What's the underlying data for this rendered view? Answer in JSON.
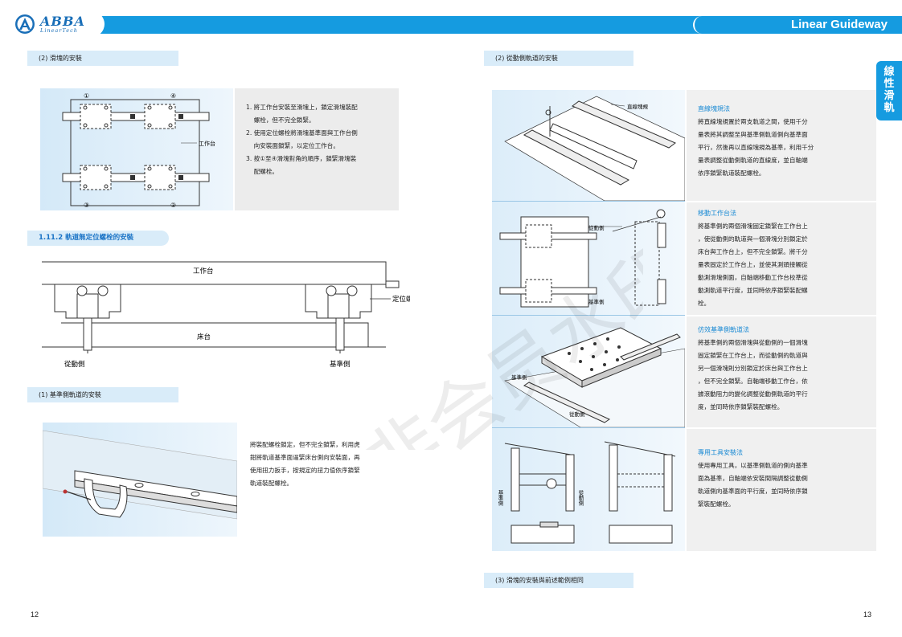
{
  "header": {
    "logo_name": "ABBA",
    "logo_sub": "LinearTech",
    "title": "Linear Guideway"
  },
  "side_tab": {
    "label": "線性滑軌"
  },
  "left_page": {
    "sec_slider_install": "(2) 滑塊的安裝",
    "diagram1": {
      "label_table": "工作台",
      "mark1": "①",
      "mark2": "②",
      "mark3": "③",
      "mark4": "④"
    },
    "steps": [
      "1. 將工作台安裝至滑塊上，鎖定滑塊裝配",
      "    螺栓，但不完全鎖緊。",
      "2. 使用定位螺栓將滑塊基準面與工作台側",
      "    向安裝面鎖緊，以定位工作台。",
      "3. 按①至④滑塊對角的順序，鎖緊滑塊裝",
      "    配螺栓。"
    ],
    "pill_title": "1.11.2   軌道無定位螺栓的安裝",
    "diagram2": {
      "label_table": "工作台",
      "label_bed": "床台",
      "label_bolt": "定位螺栓",
      "label_driven": "從動側",
      "label_ref": "基準側"
    },
    "sec_ref_rail": "(1) 基準側軌道的安裝",
    "ref_rail_text": [
      "將裝配螺栓鎖定，但不完全鎖緊，利用虎",
      "鉗將軌道基準面逼緊床台側向安裝面，再",
      "使用扭力扳手，按規定的扭力值依序鎖緊",
      "軌道裝配螺栓。"
    ],
    "page_number": "12"
  },
  "right_page": {
    "sec_driven_rail": "(2) 從動側軌道的安裝",
    "diagram_a": {
      "label": "直線塊規"
    },
    "method1": {
      "title": "直線塊規法",
      "lines": [
        "將直線塊規置於兩支軌道之間，使用千分",
        "量表將其調整至與基準側軌道側向基準面",
        "平行，然後再以直線塊規為基準，利用千分",
        "量表調整從動側軌道的直線度，並自軸端",
        "依序鎖緊軌道裝配螺栓。"
      ]
    },
    "diagram_b": {
      "label_driven": "從動側",
      "label_ref": "基準側"
    },
    "method2": {
      "title": "移動工作台法",
      "lines": [
        "將基準側的兩個滑塊固定鎖緊在工作台上",
        "，使從動側的軌道與一個滑塊分別鎖定於",
        "床台與工作台上，但不完全鎖緊。將千分",
        "量表固定於工作台上，並使其測頭接觸從",
        "動測滑塊側面，自軸端移動工作台校準從",
        "動測軌道平行度，並同時依序鎖緊裝配螺",
        "栓。"
      ]
    },
    "diagram_c": {
      "label_ref": "基準側",
      "label_driven": "從動側"
    },
    "method3": {
      "title": "仿效基準側軌道法",
      "lines": [
        "將基準側的兩個滑塊與從動側的一個滑塊",
        "固定鎖緊在工作台上，而從動側的軌道與",
        "另一個滑塊則分別鎖定於床台與工作台上",
        "，但不完全鎖緊。自軸端移動工作台，依",
        "據滾動阻力的變化調整從動側軌道的平行",
        "度，並同時依序鎖緊裝配螺栓。"
      ]
    },
    "diagram_d": {
      "label_ref": "基準側",
      "label_driven": "從動側"
    },
    "method4": {
      "title": "專用工具安裝法",
      "lines": [
        "使用專用工具，以基準側軌道的側向基準",
        "面為基準，自軸端依安裝間隔調整從動側",
        "軌道側向基準面的平行度，並同時依序鎖",
        "緊裝配螺栓。"
      ]
    },
    "sec_slider_same": "(3) 滑塊的安裝與前述範例相同",
    "page_number": "13"
  },
  "watermark": "非会员水印"
}
